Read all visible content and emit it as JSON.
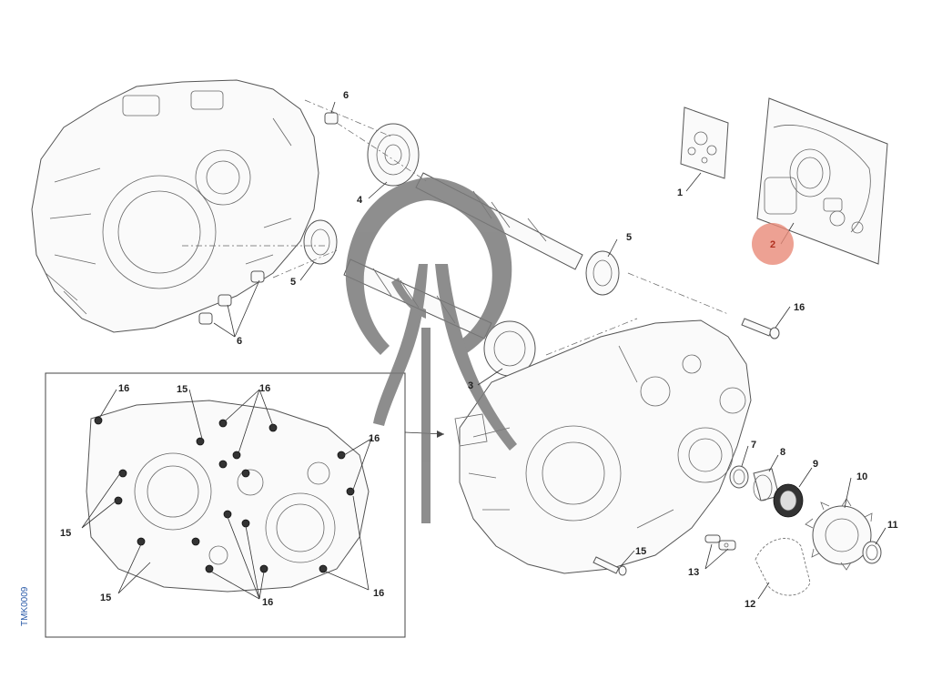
{
  "diagram": {
    "drawing_code": "TMK0009",
    "highlight_color": "#e98a78",
    "watermark_color": "#7a7a7a",
    "callouts": [
      {
        "id": "c1",
        "label": "1"
      },
      {
        "id": "c2",
        "label": "2",
        "highlighted": true
      },
      {
        "id": "c3",
        "label": "3"
      },
      {
        "id": "c4",
        "label": "4"
      },
      {
        "id": "c5a",
        "label": "5"
      },
      {
        "id": "c5b",
        "label": "5"
      },
      {
        "id": "c6a",
        "label": "6"
      },
      {
        "id": "c6b",
        "label": "6"
      },
      {
        "id": "c7",
        "label": "7"
      },
      {
        "id": "c8",
        "label": "8"
      },
      {
        "id": "c9",
        "label": "9"
      },
      {
        "id": "c10",
        "label": "10"
      },
      {
        "id": "c11",
        "label": "11"
      },
      {
        "id": "c12",
        "label": "12"
      },
      {
        "id": "c13",
        "label": "13"
      },
      {
        "id": "c15a",
        "label": "15"
      },
      {
        "id": "c15b",
        "label": "15"
      },
      {
        "id": "c15c",
        "label": "15"
      },
      {
        "id": "c15d",
        "label": "15"
      },
      {
        "id": "c16a",
        "label": "16"
      },
      {
        "id": "c16b",
        "label": "16"
      },
      {
        "id": "c16c",
        "label": "16"
      },
      {
        "id": "c16d",
        "label": "16"
      },
      {
        "id": "c16e",
        "label": "16"
      },
      {
        "id": "c16f",
        "label": "16"
      }
    ]
  }
}
